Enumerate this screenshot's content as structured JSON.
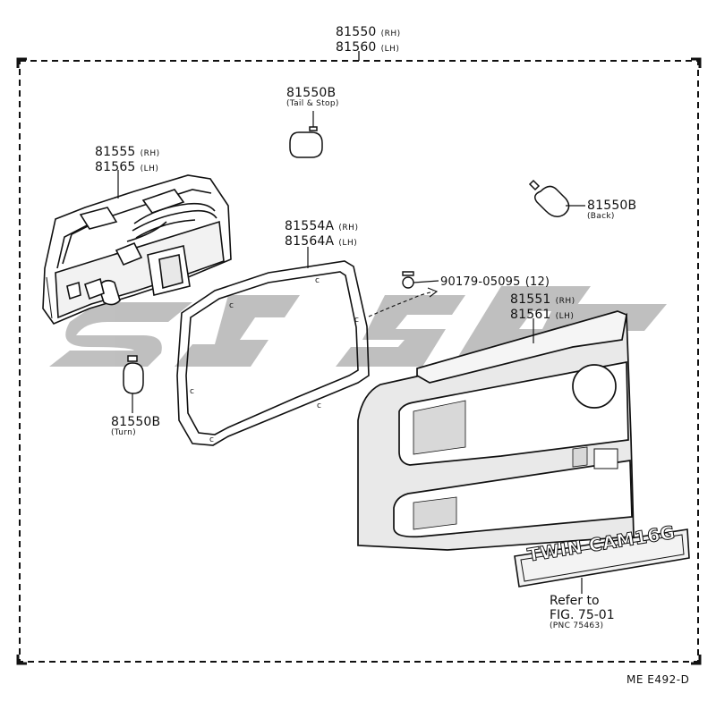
{
  "assembly": {
    "rh": "81550",
    "rh_tag": "(RH)",
    "lh": "81560",
    "lh_tag": "(LH)"
  },
  "bulb_tail": {
    "part": "81550B",
    "note": "(Tail & Stop)"
  },
  "bulb_back": {
    "part": "81550B",
    "note": "(Back)"
  },
  "bulb_turn": {
    "part": "81550B",
    "note": "(Turn)"
  },
  "socket": {
    "rh": "81555",
    "rh_tag": "(RH)",
    "lh": "81565",
    "lh_tag": "(LH)"
  },
  "gasket": {
    "rh": "81554A",
    "rh_tag": "(RH)",
    "lh": "81564A",
    "lh_tag": "(LH)"
  },
  "screw": {
    "part": "90179-05095",
    "qty": "(12)"
  },
  "lens": {
    "rh": "81551",
    "rh_tag": "(RH)",
    "lh": "81561",
    "lh_tag": "(LH)"
  },
  "emblem": {
    "text": "TWIN CAM16G",
    "refer_line1": "Refer to",
    "refer_line2": "FIG. 75-01",
    "refer_line3": "(PNC 75463)"
  },
  "footer": {
    "code": "ME  E492-D"
  },
  "watermark": {
    "color": "#b3b3b3"
  }
}
